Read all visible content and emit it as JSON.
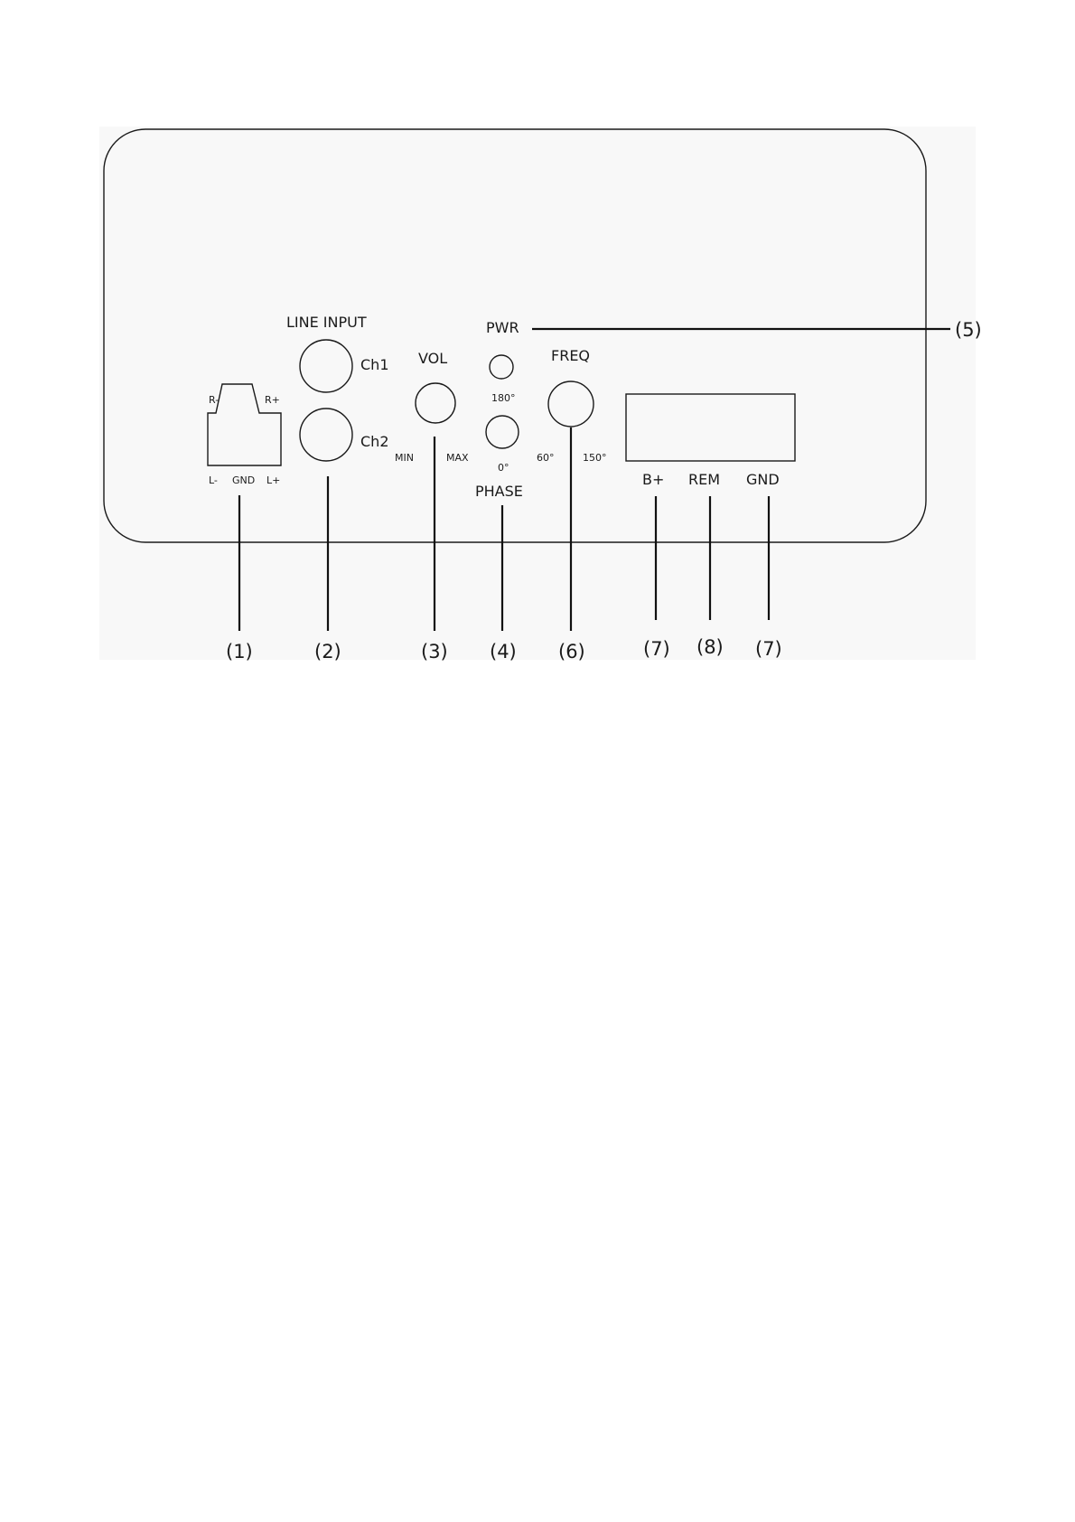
{
  "panel": {
    "line_input": {
      "title": "LINE INPUT",
      "ch1": "Ch1",
      "ch2": "Ch2"
    },
    "speaker_terminal": {
      "r_minus": "R-",
      "r_plus": "R+",
      "l_minus": "L-",
      "gnd": "GND",
      "l_plus": "L+"
    },
    "vol": {
      "title": "VOL",
      "min": "MIN",
      "max": "MAX"
    },
    "pwr": {
      "title": "PWR"
    },
    "phase": {
      "title": "PHASE",
      "deg_180": "180°",
      "deg_0": "0°"
    },
    "freq": {
      "title": "FREQ",
      "low": "60°",
      "high": "150°"
    },
    "power_terminal": {
      "b_plus": "B+",
      "rem": "REM",
      "gnd": "GND"
    }
  },
  "callouts": {
    "c1": "(1)",
    "c2": "(2)",
    "c3": "(3)",
    "c4": "(4)",
    "c5": "(5)",
    "c6": "(6)",
    "c7a": "(7)",
    "c8": "(8)",
    "c7b": "(7)"
  }
}
